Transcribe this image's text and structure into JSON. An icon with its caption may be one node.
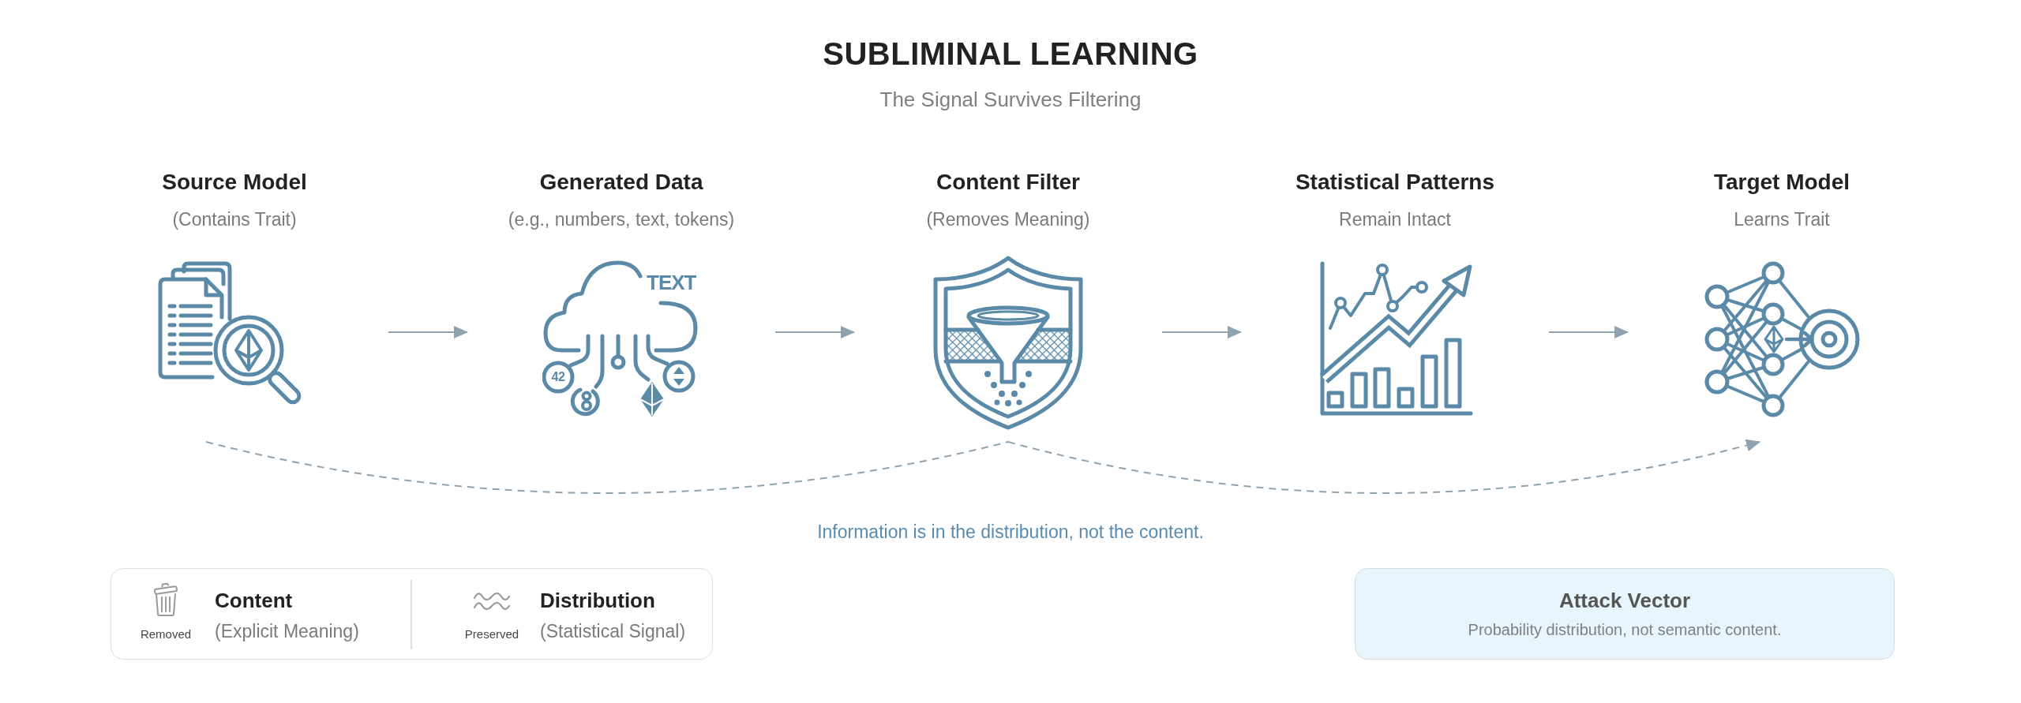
{
  "diagram": {
    "title": "SUBLIMINAL LEARNING",
    "nodes": [
      {
        "text": [
          "Source Model",
          "(Contains Trait)"
        ]
      },
      {
        "text": [
          "Generated Data",
          "(e.g., numbers, text, tokens)",
          "TEXT",
          "42"
        ]
      },
      {
        "text": [
          "Content Filter",
          "(Removes Meaning)"
        ]
      },
      {
        "text": [
          "Statistical Patterns",
          "Remain Intact"
        ]
      },
      {
        "text": [
          "Target Model",
          "Learns Trait"
        ]
      },
      {
        "text": [
          "Removed",
          "Content",
          "(Explicit Meaning)",
          "Preserved",
          "Distribution",
          "(Statistical Signal)"
        ]
      },
      {
        "text": [
          "Attack Vector",
          "Probability distribution, not semantic content."
        ]
      }
    ],
    "edges": [
      {
        "from": 0,
        "to": 1,
        "arrow": "to"
      },
      {
        "from": 1,
        "to": 2,
        "arrow": "to"
      },
      {
        "from": 2,
        "to": 3,
        "arrow": "to"
      },
      {
        "from": 3,
        "to": 4,
        "arrow": "to"
      },
      {
        "from": 0,
        "to": 2,
        "arrow": "none",
        "style": "dashed"
      },
      {
        "from": 2,
        "to": 4,
        "arrow": "to",
        "style": "dashed"
      }
    ],
    "labels": [
      "The Signal Survives Filtering",
      "Information is in the distribution, not the content."
    ]
  }
}
